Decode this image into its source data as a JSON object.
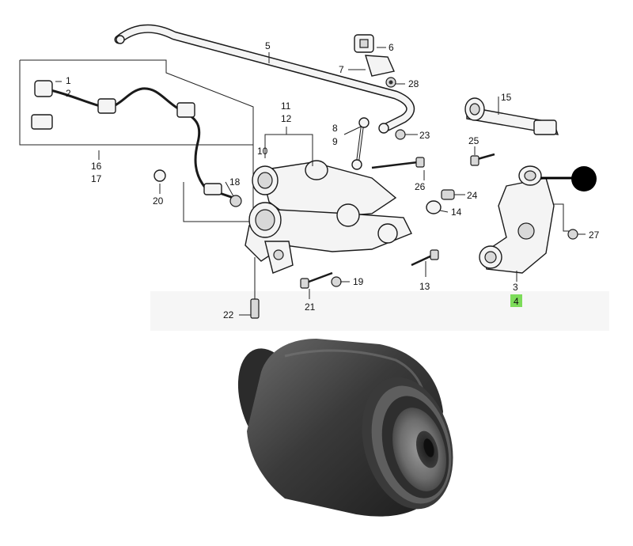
{
  "diagram": {
    "callouts": [
      {
        "id": "c1",
        "text": "1"
      },
      {
        "id": "c2",
        "text": "2"
      },
      {
        "id": "c3",
        "text": "3"
      },
      {
        "id": "c4",
        "text": "4"
      },
      {
        "id": "c5",
        "text": "5"
      },
      {
        "id": "c6",
        "text": "6"
      },
      {
        "id": "c7",
        "text": "7"
      },
      {
        "id": "c8",
        "text": "8"
      },
      {
        "id": "c9",
        "text": "9"
      },
      {
        "id": "c10",
        "text": "10"
      },
      {
        "id": "c11",
        "text": "11"
      },
      {
        "id": "c12",
        "text": "12"
      },
      {
        "id": "c13",
        "text": "13"
      },
      {
        "id": "c14",
        "text": "14"
      },
      {
        "id": "c15",
        "text": "15"
      },
      {
        "id": "c16",
        "text": "16"
      },
      {
        "id": "c17",
        "text": "17"
      },
      {
        "id": "c18",
        "text": "18"
      },
      {
        "id": "c19",
        "text": "19"
      },
      {
        "id": "c20",
        "text": "20"
      },
      {
        "id": "c21",
        "text": "21"
      },
      {
        "id": "c22",
        "text": "22"
      },
      {
        "id": "c23",
        "text": "23"
      },
      {
        "id": "c24",
        "text": "24"
      },
      {
        "id": "c25",
        "text": "25"
      },
      {
        "id": "c26",
        "text": "26"
      },
      {
        "id": "c27",
        "text": "27"
      },
      {
        "id": "c28",
        "text": "28"
      }
    ],
    "highlight": {
      "callout_id": "c4",
      "color": "#7ddc5a"
    },
    "marker_color": "#000000"
  },
  "photo": {
    "bushing_rubber_color": "#3a3a3a",
    "bushing_sleeve_color": "#6a6a6a"
  }
}
